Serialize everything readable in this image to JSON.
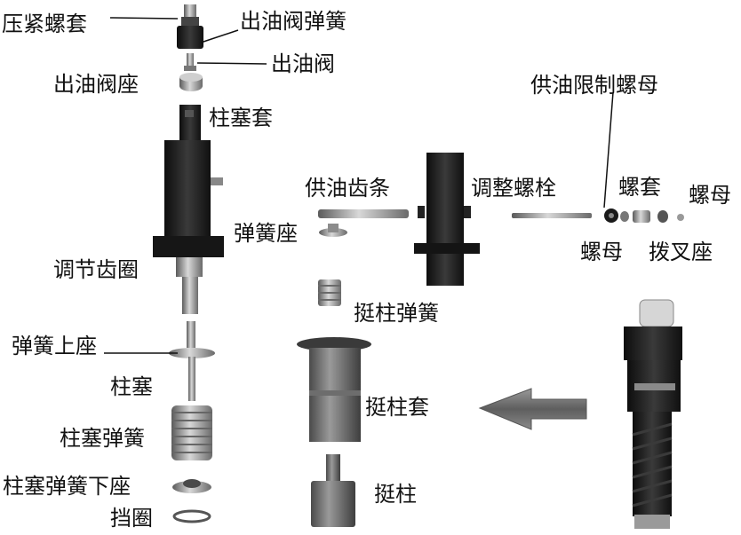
{
  "labels": {
    "compression_sleeve": "压紧螺套",
    "delivery_valve_spring": "出油阀弹簧",
    "delivery_valve": "出油阀",
    "delivery_valve_seat": "出油阀座",
    "plunger_barrel": "柱塞套",
    "control_sleeve": "调节齿圈",
    "fuel_rack": "供油齿条",
    "spring_seat": "弹簧座",
    "adjusting_bolt": "调整螺栓",
    "fuel_limit_nut": "供油限制螺母",
    "screw_sleeve": "螺套",
    "nut_right": "螺母",
    "nut_left": "螺母",
    "fork_seat": "拨叉座",
    "tappet_spring": "挺柱弹簧",
    "upper_spring_seat": "弹簧上座",
    "plunger": "柱塞",
    "plunger_spring": "柱塞弹簧",
    "lower_spring_seat": "柱塞弹簧下座",
    "retaining_ring": "挡圈",
    "tappet_sleeve": "挺柱套",
    "tappet": "挺柱"
  },
  "colors": {
    "part_dark": "#1c1c1c",
    "part_mid": "#6b6b6b",
    "part_light": "#b9b9b9",
    "arrow": "#7a7a7a"
  }
}
